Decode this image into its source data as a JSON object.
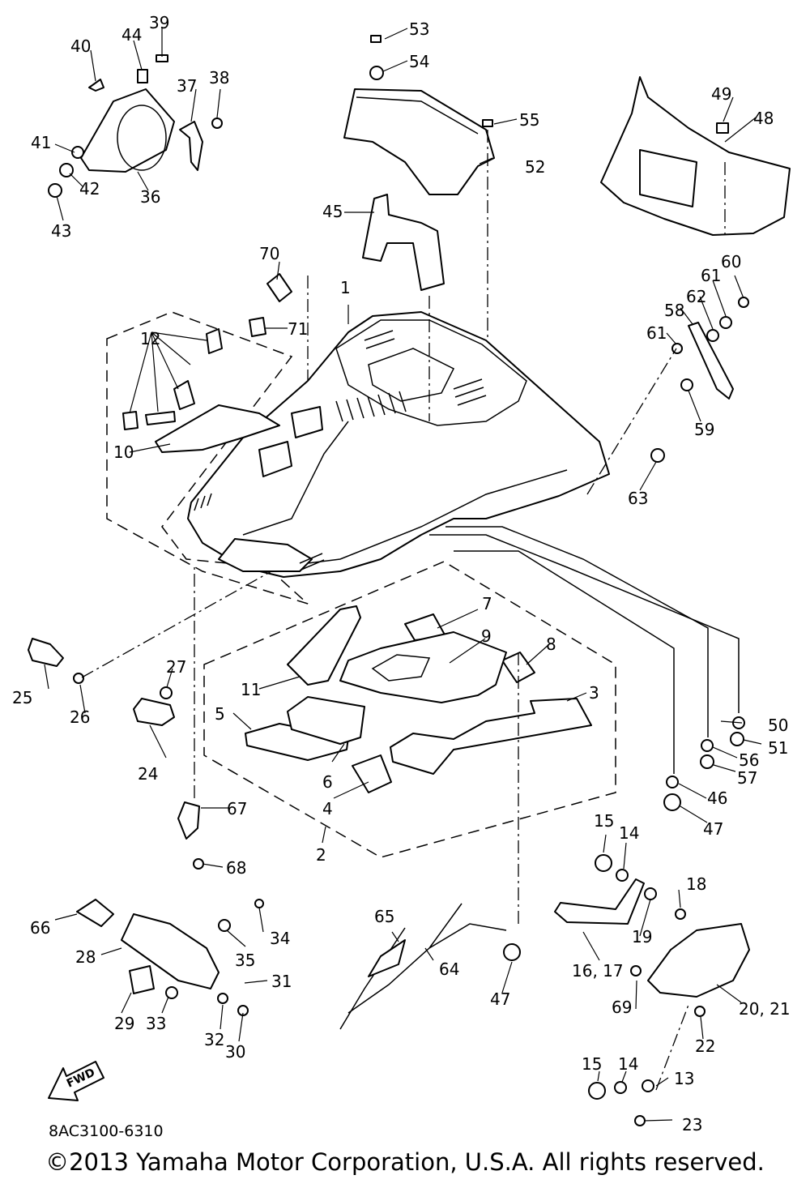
{
  "diagram": {
    "drawing_code": "8AC3100-6310",
    "fwd_label": "FWD",
    "copyright": "©2013 Yamaha Motor Corporation, U.S.A. All rights reserved.",
    "callouts": {
      "c1": "1",
      "c2": "2",
      "c3": "3",
      "c4": "4",
      "c5": "5",
      "c6": "6",
      "c7": "7",
      "c8": "8",
      "c9": "9",
      "c10": "10",
      "c11": "11",
      "c12": "12",
      "c13": "13",
      "c14a": "14",
      "c14b": "14",
      "c15a": "15",
      "c15b": "15",
      "c16_17": "16, 17",
      "c18": "18",
      "c19": "19",
      "c20_21": "20, 21",
      "c22": "22",
      "c23": "23",
      "c24": "24",
      "c25": "25",
      "c26": "26",
      "c27": "27",
      "c28": "28",
      "c29": "29",
      "c30": "30",
      "c31": "31",
      "c32": "32",
      "c33": "33",
      "c34": "34",
      "c35": "35",
      "c36": "36",
      "c37": "37",
      "c38": "38",
      "c39": "39",
      "c40": "40",
      "c41": "41",
      "c42": "42",
      "c43": "43",
      "c44": "44",
      "c45": "45",
      "c46": "46",
      "c47a": "47",
      "c47b": "47",
      "c48": "48",
      "c49": "49",
      "c50": "50",
      "c51": "51",
      "c52": "52",
      "c53": "53",
      "c54": "54",
      "c55": "55",
      "c56": "56",
      "c57": "57",
      "c58": "58",
      "c59": "59",
      "c60": "60",
      "c61a": "61",
      "c61b": "61",
      "c62": "62",
      "c63": "63",
      "c64": "64",
      "c65": "65",
      "c66": "66",
      "c67": "67",
      "c68": "68",
      "c69": "69",
      "c70": "70",
      "c71": "71"
    }
  }
}
